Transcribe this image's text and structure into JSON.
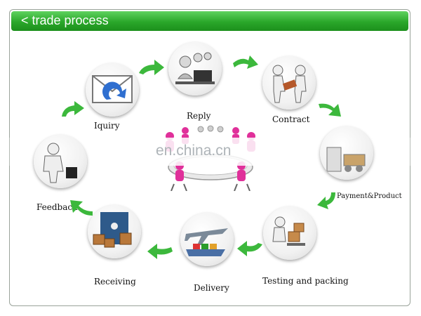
{
  "header": {
    "title": "< trade process"
  },
  "steps": [
    {
      "label": "Iquiry",
      "icon": "envelope-icon"
    },
    {
      "label": "Reply",
      "icon": "call-center-icon"
    },
    {
      "label": "Contract",
      "icon": "handshake-icon"
    },
    {
      "label": "Payment&Product",
      "icon": "factory-icon"
    },
    {
      "label": "Testing and packing",
      "icon": "packing-icon"
    },
    {
      "label": "Delivery",
      "icon": "airplane-icon"
    },
    {
      "label": "Receiving",
      "icon": "warehouse-icon"
    },
    {
      "label": "Feedback",
      "icon": "feedback-icon"
    }
  ],
  "watermark": "en.china.cn",
  "colors": {
    "header_green": "#2aa72a",
    "arrow_green": "#3cb83c",
    "meeting_pink": "#e0309a"
  }
}
